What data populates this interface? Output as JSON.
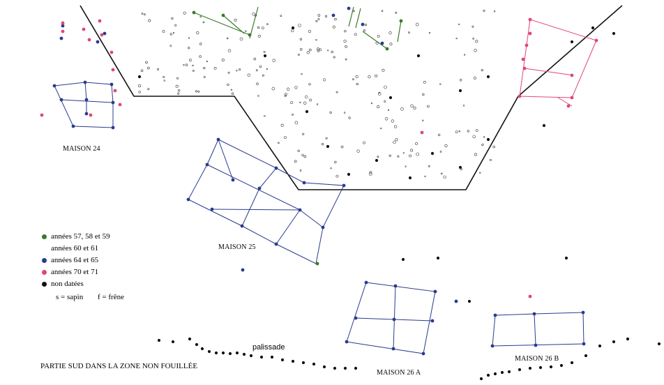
{
  "legend": {
    "items": [
      {
        "label": "années 57, 58 et 59",
        "color": "#3a7a2a"
      },
      {
        "label": "années 60 et 61",
        "color": ""
      },
      {
        "label": "années 64 et 65",
        "color": "#2a3a8f"
      },
      {
        "label": "années 70 et 71",
        "color": "#e0457b"
      },
      {
        "label": "non datées",
        "color": "#111111"
      }
    ],
    "sapin": "s = sapin",
    "frene": "f = frêne"
  },
  "houses": {
    "m24": "MAISON 24",
    "m25": "MAISON 25",
    "m26a": "MAISON 26 A",
    "m26b": "MAISON 26 B"
  },
  "annotations": {
    "palissade": "palissade",
    "south": "PARTIE SUD DANS LA ZONE NON FOUILLÉE"
  },
  "colors": {
    "blue": "#2a3a8f",
    "green": "#3a7a2a",
    "pink": "#e0457b",
    "black": "#111111"
  }
}
